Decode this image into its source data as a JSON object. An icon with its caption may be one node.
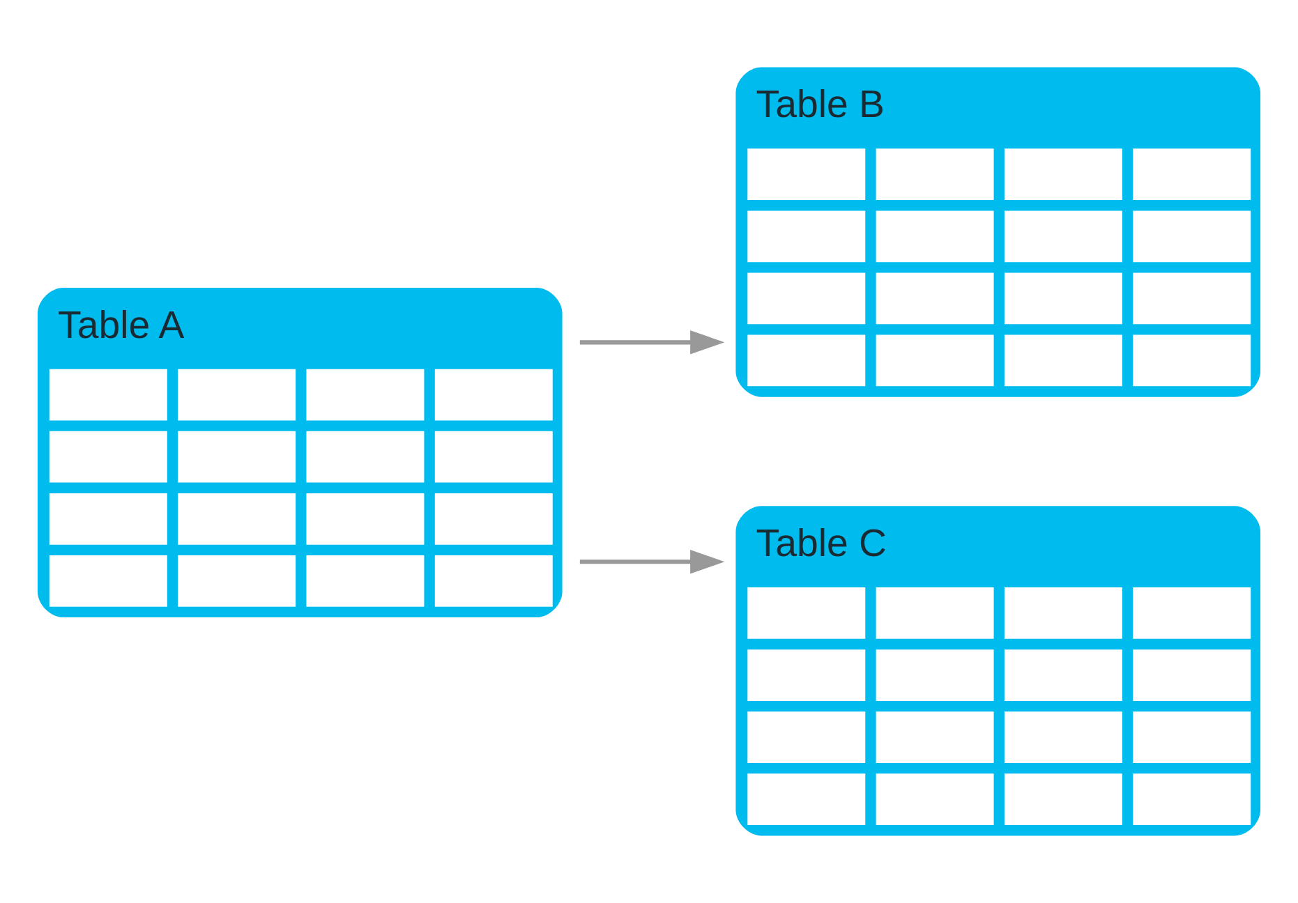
{
  "diagram": {
    "nodes": [
      {
        "text": [
          "Table A"
        ]
      },
      {
        "text": [
          "Table B"
        ]
      },
      {
        "text": [
          "Table C"
        ]
      }
    ],
    "edges": [
      {
        "from": 0,
        "to": 1,
        "arrow": "to"
      },
      {
        "from": 0,
        "to": 2,
        "arrow": "to"
      }
    ]
  }
}
